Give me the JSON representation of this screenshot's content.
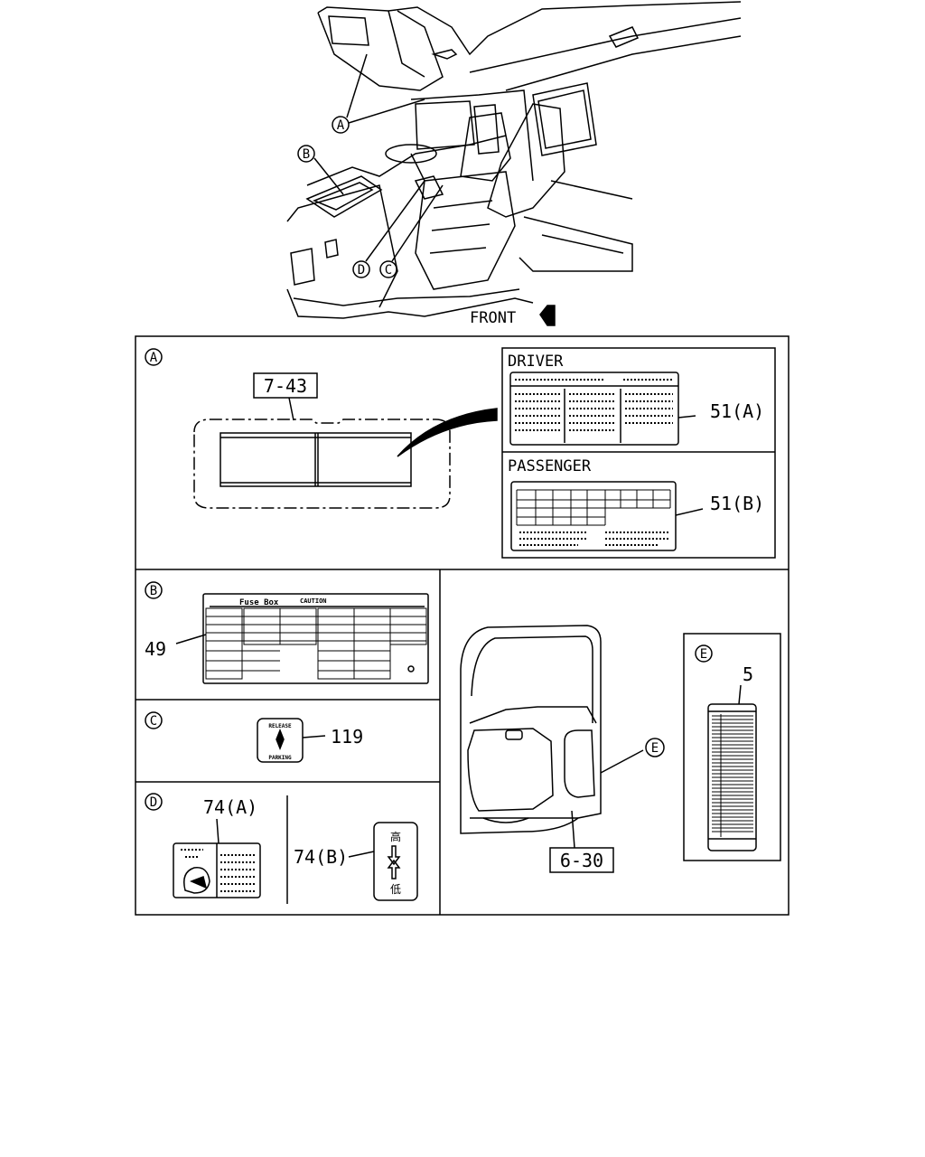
{
  "overview": {
    "callouts": [
      "A",
      "B",
      "C",
      "D"
    ],
    "front_label": "FRONT"
  },
  "panel_a": {
    "circle": "A",
    "ref": "7-43",
    "driver_title": "DRIVER",
    "driver_part": "51(A)",
    "passenger_title": "PASSENGER",
    "passenger_part": "51(B)"
  },
  "panel_b": {
    "circle": "B",
    "part": "49",
    "label_title": "Fuse Box",
    "label_caution": "CAUTION"
  },
  "panel_c": {
    "circle": "C",
    "part": "119",
    "label_top": "RELEASE",
    "label_bottom": "PARKING"
  },
  "panel_d": {
    "circle": "D",
    "part_a": "74(A)",
    "part_b": "74(B)",
    "glyph_top": "高",
    "glyph_bottom": "低"
  },
  "panel_e": {
    "callout": "E",
    "ref": "6-30",
    "inset_circle": "E",
    "part": "5"
  }
}
